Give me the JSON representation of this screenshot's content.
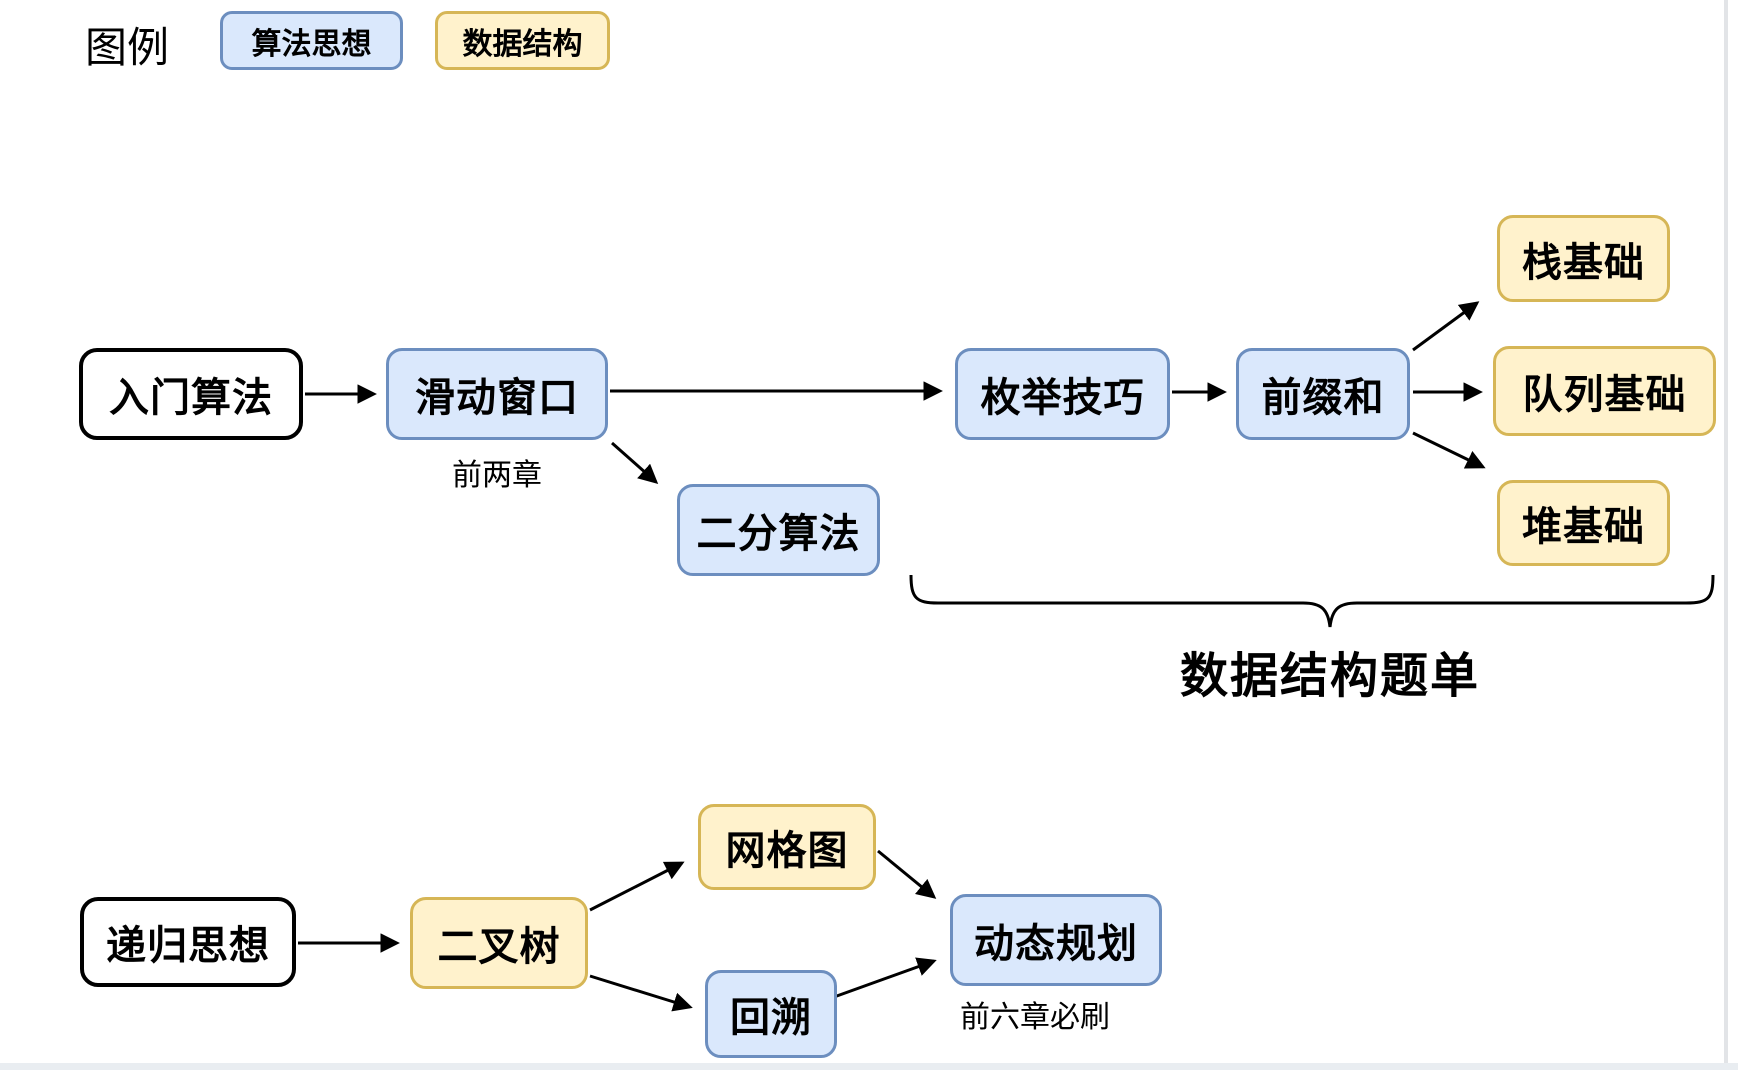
{
  "legend": {
    "title": "图例",
    "items": [
      {
        "label": "算法思想",
        "kind": "algorithm"
      },
      {
        "label": "数据结构",
        "kind": "data-structure"
      }
    ]
  },
  "colors": {
    "algorithm_fill": "#DAE8FC",
    "algorithm_stroke": "#6C8EBF",
    "data_structure_fill": "#FFF2CC",
    "data_structure_stroke": "#D6B656",
    "neutral_fill": "#FFFFFF",
    "neutral_stroke": "#000000",
    "edge_color": "#000000"
  },
  "nodes": {
    "intro_algorithms": {
      "label": "入门算法",
      "kind": "neutral"
    },
    "sliding_window": {
      "label": "滑动窗口",
      "kind": "algorithm"
    },
    "binary_search": {
      "label": "二分算法",
      "kind": "algorithm"
    },
    "enumeration": {
      "label": "枚举技巧",
      "kind": "algorithm"
    },
    "prefix_sum": {
      "label": "前缀和",
      "kind": "algorithm"
    },
    "stack_basics": {
      "label": "栈基础",
      "kind": "data-structure"
    },
    "queue_basics": {
      "label": "队列基础",
      "kind": "data-structure"
    },
    "heap_basics": {
      "label": "堆基础",
      "kind": "data-structure"
    },
    "recursion": {
      "label": "递归思想",
      "kind": "neutral"
    },
    "binary_tree": {
      "label": "二叉树",
      "kind": "data-structure"
    },
    "grid_graph": {
      "label": "网格图",
      "kind": "data-structure"
    },
    "backtracking": {
      "label": "回溯",
      "kind": "algorithm"
    },
    "dynamic_programming": {
      "label": "动态规划",
      "kind": "algorithm"
    }
  },
  "annotations": {
    "sliding_window_note": "前两章",
    "dp_note": "前六章必刷",
    "brace_label": "数据结构题单"
  }
}
